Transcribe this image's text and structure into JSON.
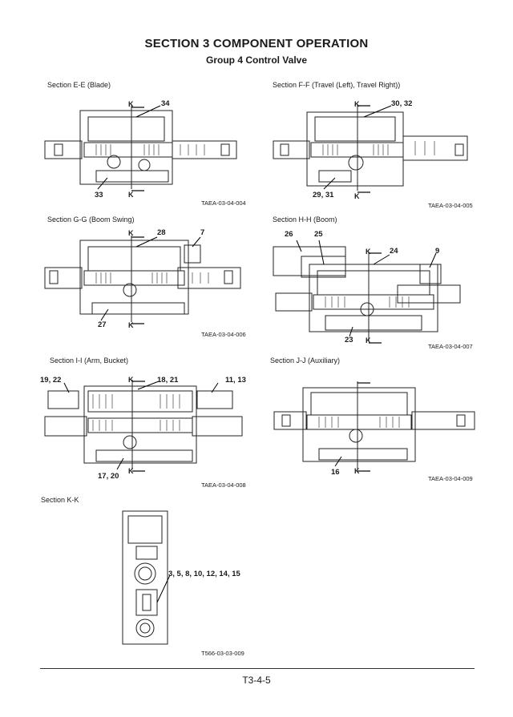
{
  "header": {
    "title": "SECTION 3 COMPONENT OPERATION",
    "subtitle": "Group 4 Control Valve"
  },
  "figures": [
    {
      "caption": "Section E-E (Blade)",
      "code": "TAEA-03-04-004",
      "callouts": [
        "34",
        "33"
      ],
      "cut": "K"
    },
    {
      "caption": "Section F-F (Travel (Left), Travel Right))",
      "code": "TAEA-03-04-005",
      "callouts": [
        "30, 32",
        "29, 31"
      ],
      "cut": "K"
    },
    {
      "caption": "Section G-G (Boom Swing)",
      "code": "TAEA-03-04-006",
      "callouts": [
        "28",
        "7",
        "27"
      ],
      "cut": "K"
    },
    {
      "caption": "Section H-H (Boom)",
      "code": "TAEA-03-04-007",
      "callouts": [
        "26",
        "25",
        "24",
        "9",
        "23"
      ],
      "cut": "K"
    },
    {
      "caption": "Section I-I (Arm, Bucket)",
      "code": "TAEA-03-04-008",
      "callouts": [
        "19, 22",
        "18, 21",
        "11, 13",
        "17, 20"
      ],
      "cut": "K"
    },
    {
      "caption": "Section J-J (Auxiliary)",
      "code": "TAEA-03-04-009",
      "callouts": [
        "16"
      ],
      "cut": "K"
    },
    {
      "caption": "Section K-K",
      "code": "T566-03-03-009",
      "callouts": [
        "3, 5, 8, 10, 12, 14, 15"
      ]
    }
  ],
  "footer": {
    "page_number": "T3-4-5"
  }
}
